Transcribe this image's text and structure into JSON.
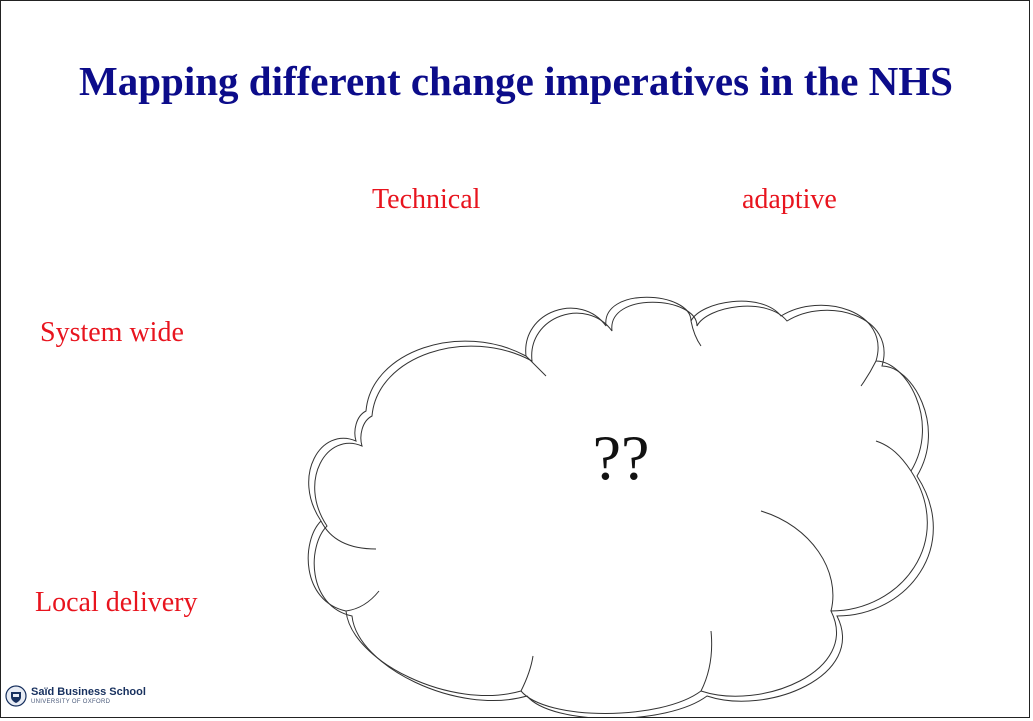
{
  "slide": {
    "title": "Mapping different change imperatives in the NHS",
    "columns": [
      "Technical",
      "adaptive"
    ],
    "rows": [
      "System wide",
      "Local delivery"
    ],
    "center_text": "??",
    "colors": {
      "title": "#0c0c8a",
      "labels": "#e8141e",
      "cloud_stroke": "#333333"
    }
  },
  "logo": {
    "icon": "oxford-crest-icon",
    "name": "Saïd Business School",
    "sub": "UNIVERSITY OF OXFORD"
  }
}
